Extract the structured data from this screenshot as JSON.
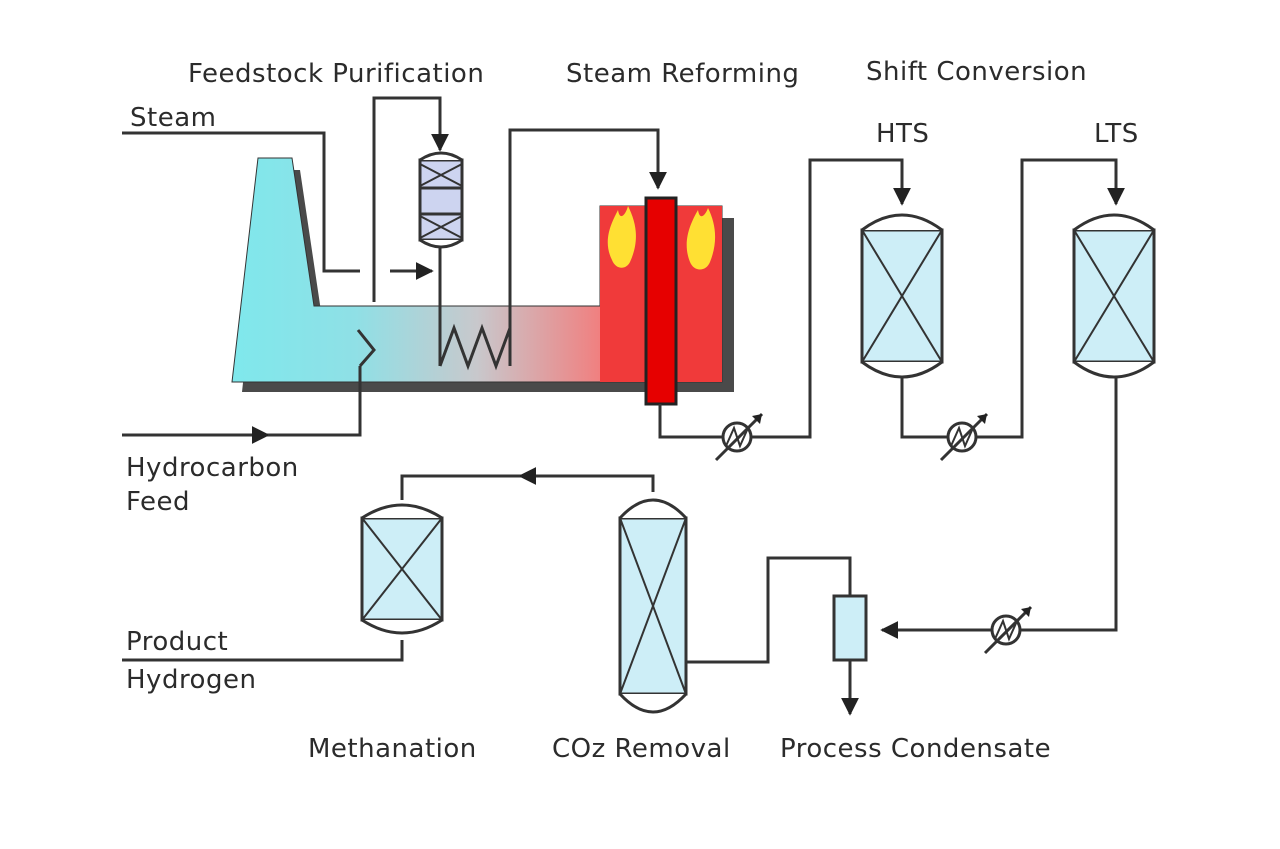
{
  "labels": {
    "feedstock_purification": "Feedstock Purification",
    "steam_reforming": "Steam Reforming",
    "shift_conversion": "Shift Conversion",
    "steam": "Steam",
    "hts": "HTS",
    "lts": "LTS",
    "hydrocarbon": "Hydrocarbon",
    "feed": "Feed",
    "product": "Product",
    "hydrogen": "Hydrogen",
    "methanation": "Methanation",
    "co2_removal": "COz Removal",
    "process_condensate": "Process Condensate"
  },
  "colors": {
    "stack": "#7fe8ec",
    "furnace_hot": "#f03a3a",
    "tube": "#e60000",
    "vessel": "#cdeef7",
    "flame": "#ffe033",
    "line": "#333333"
  }
}
